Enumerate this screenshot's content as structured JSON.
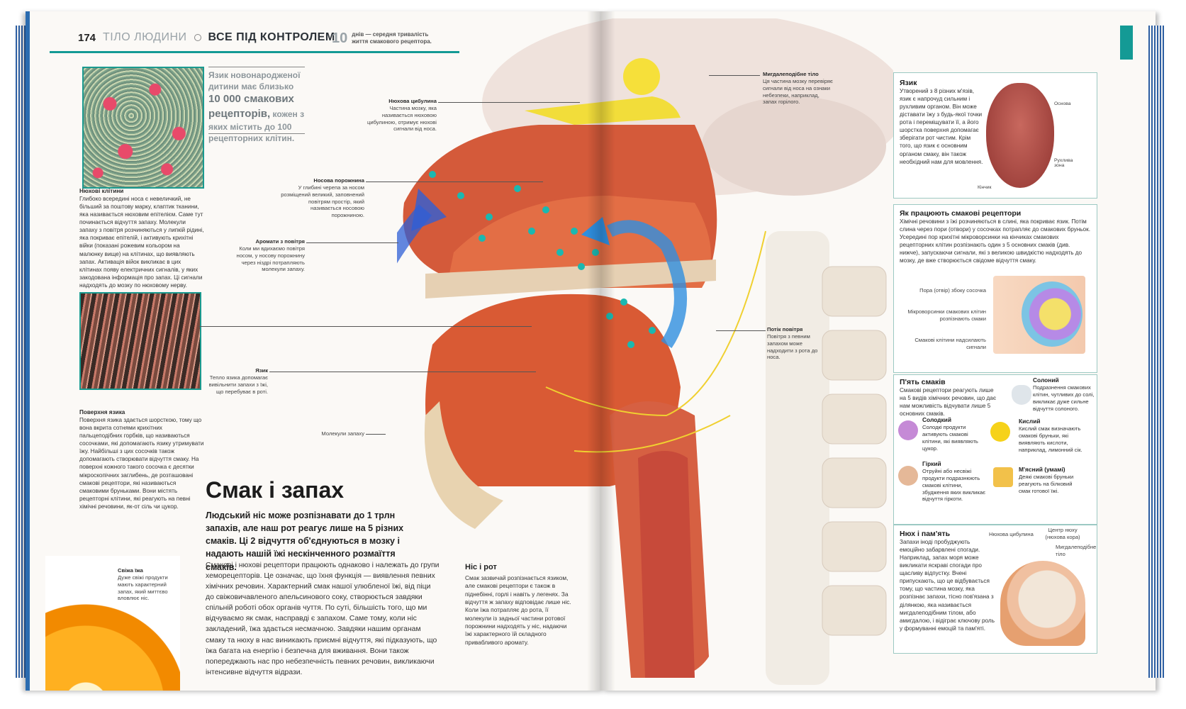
{
  "header": {
    "page_number": "174",
    "section": "ТІЛО ЛЮДИНИ",
    "chapter": "ВСЕ ПІД КОНТРОЛЕМ",
    "fact_number": "10",
    "fact_text": "днів — середня тривалість життя смакового рецептора."
  },
  "pullquote": {
    "line1": "Язик новонародженої дитини має близько",
    "highlight": "10 000 смакових рецепторів,",
    "line2": "кожен з яких містить до 100 рецепторних клітин."
  },
  "left_captions": {
    "cells_title": "Нюхові клітини",
    "cells_text": "Глибоко всередині носа є невеличкий, не більший за поштову марку, клаптик тканини, яка називається нюховим епітелієм. Саме тут починається відчуття запаху. Молекули запаху з повітря розчиняються у липкій рідині, яка покриває епітелій, і активують крихітні війки (показані рожевим кольором на малюнку вище) на клітинах, що виявляють запах. Активація війок викликає в цих клітинах появу електричних сигналів, у яких закодована інформація про запах. Ці сигнали надходять до мозку по нюховому нерву.",
    "tongue_title": "Поверхня язика",
    "tongue_text": "Поверхня язика здається шорсткою, тому що вона вкрита сотнями крихітних пальцеподібних горбків, що називаються сосочками, які допомагають язику утримувати їжу. Найбільші з цих сосочків також допомагають створювати відчуття смаку. На поверхні кожного такого сосочка є десятки мікроскопічних заглибень, де розташовані смакові рецептори, які називаються смаковими бруньками. Вони містять рецепторні клітини, які реагують на певні хімічні речовини, як-от сіль чи цукор."
  },
  "callouts": {
    "bulb_title": "Нюхова цибулина",
    "bulb_text": "Частина мозку, яка називається нюховою цибулиною, отримує нюхові сигнали від носа.",
    "cavity_title": "Носова порожнина",
    "cavity_text": "У глибині черепа за носом розміщений великий, заповнений повітрям простір, який називається носовою порожниною.",
    "aromas_title": "Аромати з повітря",
    "aromas_text": "Коли ми вдихаємо повітря носом, у носову порожнину через ніздрі потрапляють молекули запаху.",
    "tongue_title": "Язик",
    "tongue_text": "Тепло язика допомагає вивільнити запахи з їжі, що перебуває в роті.",
    "molecules": "Молекули запаху",
    "fresh_title": "Свіжа їжа",
    "fresh_text": "Дуже свіжі продукти мають характерний запах, який миттєво вловлює ніс.",
    "amygdala_title": "Мигдалеподібне тіло",
    "amygdala_text": "Ця частина мозку перевіряє сигнали від носа на ознаки небезпеки, наприклад, запах горілого.",
    "airflow_title": "Потік повітря",
    "airflow_text": "Повітря з певним запахом може надходити з рота до носа."
  },
  "main": {
    "title": "Смак і запах",
    "intro": "Людський ніс може розпізнавати до 1 трлн запахів, але наш рот реагує лише на 5 різних смаків. Ці 2 відчуття об'єднуються в мозку і надають нашій їжі нескінченного розмаїття смаків.",
    "body": "Смакові і нюхові рецептори працюють однаково і належать до групи хеморецепторів. Це означає, що їхня функція — виявлення певних хімічних речовин. Характерний смак нашої улюбленої їжі, від піци до свіжовичавленого апельсинового соку, створюється завдяки спільній роботі обох органів чуття. По суті, більшість того, що ми відчуваємо як смак, насправді є запахом. Саме тому, коли ніс закладений, їжа здається несмачною. Завдяки нашим органам смаку та нюху в нас виникають приємні відчуття, які підказують, що їжа багата на енергію і безпечна для вживання. Вони також попереджають нас про небезпечність певних речовин, викликаючи інтенсивне відчуття відрази.",
    "nose_mouth_title": "Ніс і рот",
    "nose_mouth_text": "Смак зазвичай розпізнається язиком, але смакові рецептори є також в піднебінні, горлі і навіть у легенях. За відчуття ж запаху відповідає лише ніс. Коли їжа потрапляє до рота, її молекули із задньої частини ротової порожнини надходять у ніс, надаючи їжі характерного їй складного привабливого аромату."
  },
  "right": {
    "tongue_title": "Язик",
    "tongue_text": "Утворений з 8 різних м'язів, язик є напрочуд сильним і рухливим органом. Він може діставати їжу з будь-якої точки рота і переміщувати її, а його шорстка поверхня допомагає зберігати рот чистим. Крім того, що язик є основним органом смаку, він також необхідний нам для мовлення.",
    "tongue_base": "Основа",
    "tongue_mobile": "Рухлива зона",
    "tongue_tip": "Кінчик",
    "receptors_title": "Як працюють смакові рецептори",
    "receptors_text": "Хімічні речовини з їжі розчиняються в слині, яка покриває язик. Потім слина через пори (отвори) у сосочках потрапляє до смакових бруньок. Усередині пор крихітні мікроворсинки на кінчиках смакових рецепторних клітин розпізнають один з 5 основних смаків (див. нижче), запускаючи сигнали, які з великою швидкістю надходять до мозку, де вже створюється свідоме відчуття смаку.",
    "pore_label": "Пора (отвір) збоку сосочка",
    "micro_label": "Мікроворсинки смакових клітин розпізнають смаки",
    "cells_label": "Смакові клітини надсилають сигнали",
    "tastes_title": "П'ять смаків",
    "tastes_text": "Смакові рецептори реагують лише на 5 видів хімічних речовин, що дає нам можливість відчувати лише 5 основних смаків.",
    "salty_title": "Солоний",
    "salty_text": "Подразнення смакових клітин, чутливих до солі, викликає дуже сильне відчуття солоного.",
    "sweet_title": "Солодкий",
    "sweet_text": "Солодкі продукти активують смакові клітини, які виявляють цукор.",
    "sour_title": "Кислий",
    "sour_text": "Кислий смак визначають смакові бруньки, які виявляють кислоти, наприклад, лимонний сік.",
    "bitter_title": "Гіркий",
    "bitter_text": "Отруйні або несвіжі продукти подразнюють смакові клітини, збудження яких викликає відчуття гіркоти.",
    "umami_title": "М'ясний (умамі)",
    "umami_text": "Деякі смакові бруньки реагують на білковий смак готової їжі.",
    "smell_title": "Нюх і пам'ять",
    "smell_text": "Запахи іноді пробуджують емоційно забарвлені спогади. Наприклад, запах моря може викликати яскраві спогади про щасливу відпустку. Вчені припускають, що це відбувається тому, що частина мозку, яка розпізнає запахи, тісно пов'язана з ділянкою, яка називається мигдалеподібним тілом, або амигдалою, і відіграє ключову роль у формуванні емоцій та пам'яті.",
    "bulb_label": "Нюхова цибулина",
    "center_label": "Центр нюху (нюхова кора)",
    "amygdala_label": "Мигдалеподібне тіло"
  },
  "colors": {
    "accent": "#149a95",
    "page_edge": "#2d5fa3"
  }
}
